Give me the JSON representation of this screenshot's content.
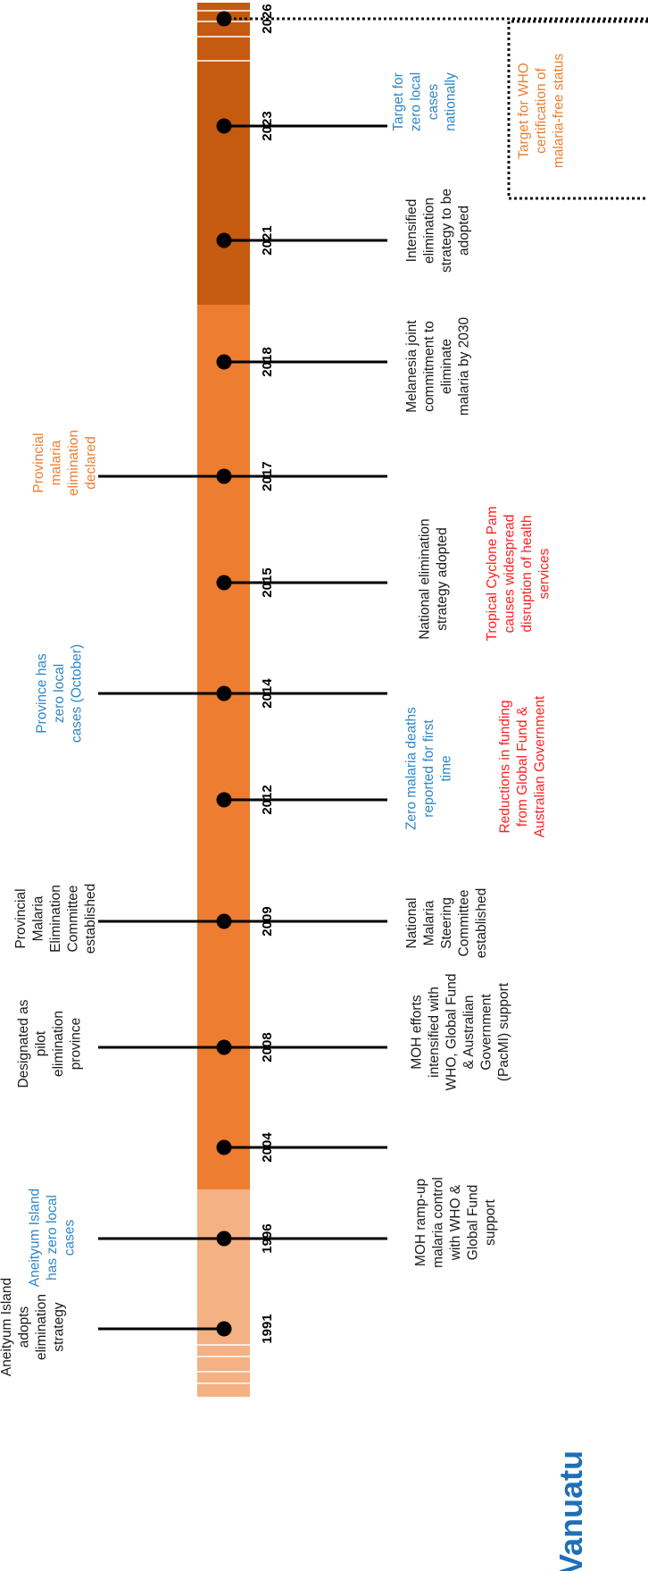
{
  "title": "Vanuatu",
  "colors": {
    "early_phase": "#f4b183",
    "control_phase": "#ed7d31",
    "elimination_phase": "#c55a11",
    "blue_text": "#2e86c8",
    "orange_text": "#ed7d31",
    "red_text": "#ff1f1f",
    "black_text": "#1a1a1a"
  },
  "events": [
    {
      "year": "1991",
      "above": [
        {
          "text": "Aneityum Island adopts elimination strategy",
          "color": "black"
        }
      ],
      "below": []
    },
    {
      "year": "1996",
      "above": [
        {
          "text": "Aneityum Island has zero local cases",
          "color": "blue"
        }
      ],
      "below": [
        {
          "text": "MOH ramp-up malaria control with WHO & Global Fund support",
          "color": "black"
        }
      ]
    },
    {
      "year": "2004",
      "above": [],
      "below": []
    },
    {
      "year": "2008",
      "above": [
        {
          "text": "Designated as pilot elimination province",
          "color": "black"
        }
      ],
      "below": [
        {
          "text": "MOH efforts intensified with WHO, Global Fund & Australian Government (PacMI) support",
          "color": "black"
        }
      ]
    },
    {
      "year": "2009",
      "above": [
        {
          "text": "Provincial Malaria Elimination Committee established",
          "color": "black"
        }
      ],
      "below": [
        {
          "text": "National Malaria Steering Committee established",
          "color": "black"
        }
      ]
    },
    {
      "year": "2012",
      "above": [],
      "below": [
        {
          "text": "Zero malaria deaths reported for first time",
          "color": "blue"
        },
        {
          "text": "Reductions in funding from Global Fund & Australian Government",
          "color": "red"
        }
      ]
    },
    {
      "year": "2014",
      "above": [
        {
          "text": "Province has zero local cases (October)",
          "color": "blue"
        }
      ],
      "below": []
    },
    {
      "year": "2015",
      "above": [],
      "below": [
        {
          "text": "National elimination strategy adopted",
          "color": "black"
        },
        {
          "text": "Tropical Cyclone Pam causes widespread disruption of health services",
          "color": "red"
        }
      ]
    },
    {
      "year": "2017",
      "above": [
        {
          "text": "Provincial malaria elimination declared",
          "color": "orange"
        }
      ],
      "below": []
    },
    {
      "year": "2018",
      "above": [],
      "below": [
        {
          "text": "Melanesia joint commitment to eliminate malaria by 2030",
          "color": "black"
        }
      ]
    },
    {
      "year": "2021",
      "above": [],
      "below": [
        {
          "text": "Intensified elimination strategy to be adopted",
          "color": "black"
        }
      ]
    },
    {
      "year": "2023",
      "above": [],
      "below": [
        {
          "text": "Target for zero local cases nationally",
          "color": "blue"
        }
      ]
    },
    {
      "year": "2026",
      "above": [],
      "below": [
        {
          "text": "Target for WHO certification of malaria-free status",
          "color": "orange"
        }
      ]
    }
  ]
}
